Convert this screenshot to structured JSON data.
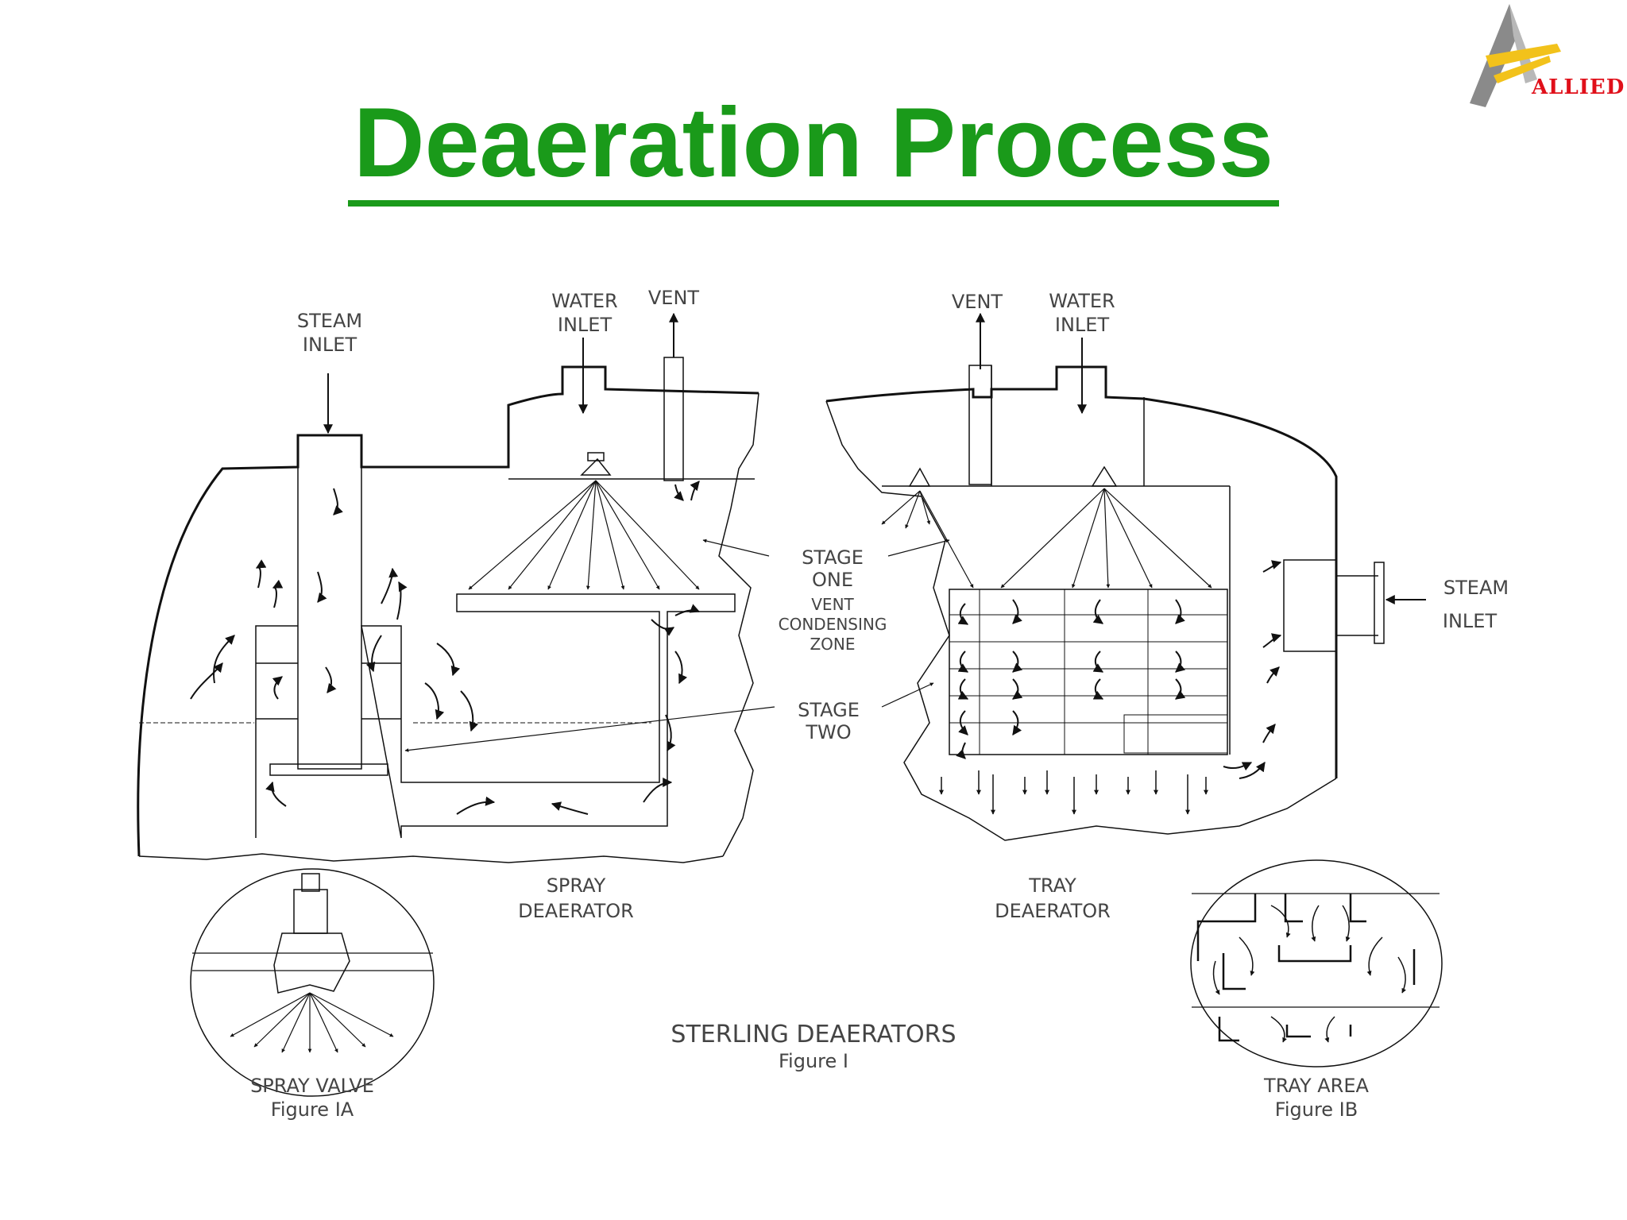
{
  "title": "Deaeration Process",
  "logo": {
    "text": "ALLIED",
    "accent": "#e0101a",
    "secondary": "#f2c21b"
  },
  "colors": {
    "title": "#1a9a1a",
    "ink": "#111111",
    "label": "#444444"
  },
  "spray": {
    "steam_inlet": [
      "STEAM",
      "INLET"
    ],
    "water_inlet": [
      "WATER",
      "INLET"
    ],
    "vent": "VENT",
    "name": [
      "SPRAY",
      "DEAERATOR"
    ]
  },
  "tray": {
    "vent": "VENT",
    "water_inlet": [
      "WATER",
      "INLET"
    ],
    "steam_inlet": [
      "STEAM",
      "INLET"
    ],
    "name": [
      "TRAY",
      "DEAERATOR"
    ]
  },
  "center_labels": {
    "stage_one": [
      "STAGE",
      "ONE"
    ],
    "vent_zone": [
      "VENT",
      "CONDENSING",
      "ZONE"
    ],
    "stage_two": [
      "STAGE",
      "TWO"
    ]
  },
  "caption": {
    "title": "STERLING DEAERATORS",
    "figure": "Figure I"
  },
  "spray_valve": {
    "title": "SPRAY VALVE",
    "figure": "Figure IA"
  },
  "tray_area": {
    "title": "TRAY AREA",
    "figure": "Figure IB"
  }
}
